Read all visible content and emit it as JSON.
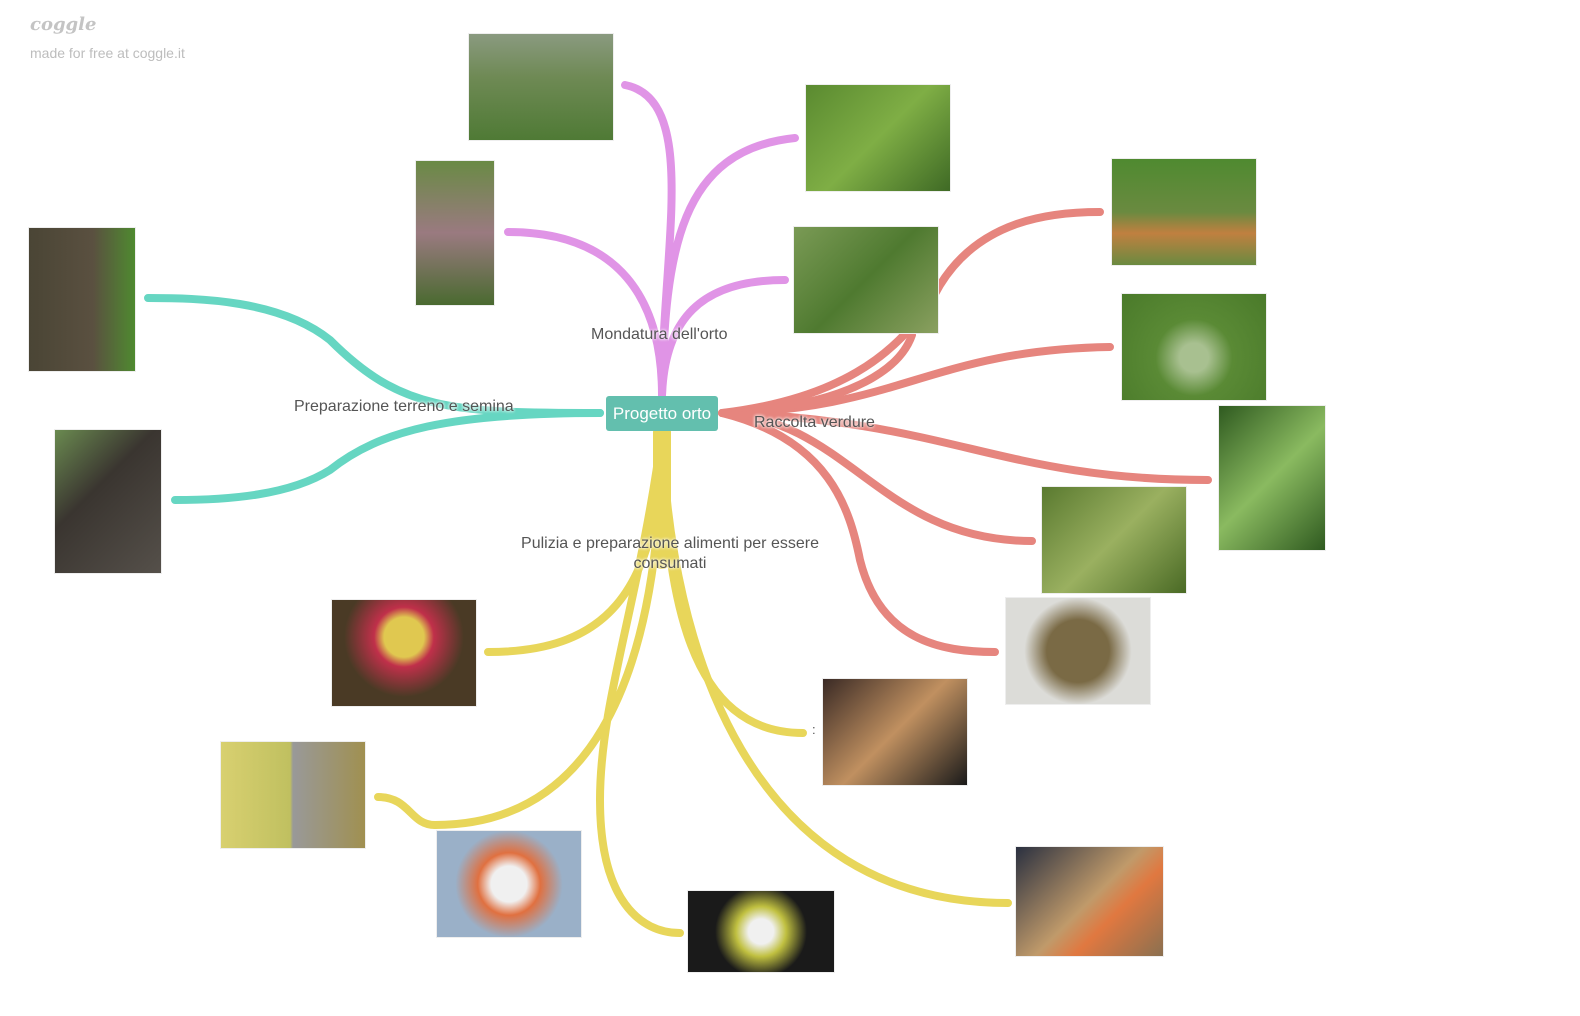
{
  "branding": {
    "logo": "coggle",
    "tagline": "made for free at coggle.it"
  },
  "center": {
    "label": "Progetto orto",
    "color": "#63bfae"
  },
  "branches": [
    {
      "label": "Mondatura dell'orto",
      "color": "#e094e6"
    },
    {
      "label": "Preparazione terreno e semina",
      "color": "#66d6c2"
    },
    {
      "label": "Raccolta verdure",
      "color": "#e6857e"
    },
    {
      "label": "Pulizia e preparazione alimenti per essere consumati",
      "color": "#e8d65a"
    }
  ],
  "small_label": ":"
}
